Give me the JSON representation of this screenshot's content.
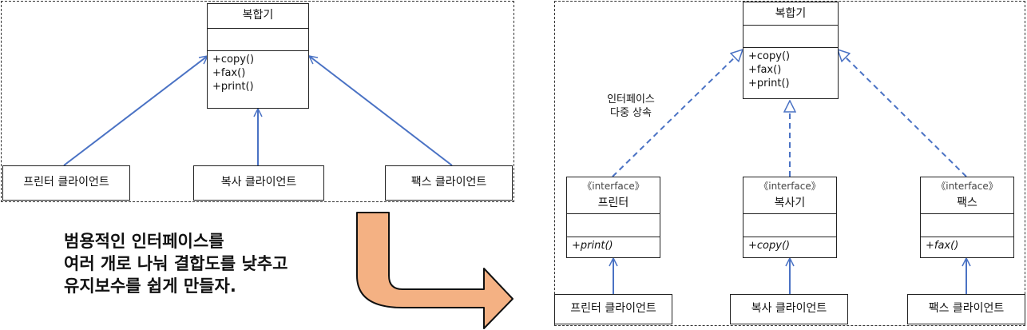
{
  "left": {
    "main_class": {
      "name": "복합기",
      "operations": [
        "+copy()",
        "+fax()",
        "+print()"
      ]
    },
    "clients": [
      "프린터 클라이언트",
      "복사 클라이언트",
      "팩스 클라이언트"
    ]
  },
  "right": {
    "main_class": {
      "name": "복합기",
      "operations": [
        "+copy()",
        "+fax()",
        "+print()"
      ]
    },
    "interfaces": [
      {
        "stereotype": "《interface》",
        "name": "프린터",
        "operation": "+print()"
      },
      {
        "stereotype": "《interface》",
        "name": "복사기",
        "operation": "+copy()"
      },
      {
        "stereotype": "《interface》",
        "name": "팩스",
        "operation": "+fax()"
      }
    ],
    "clients": [
      "프린터 클라이언트",
      "복사 클라이언트",
      "팩스 클라이언트"
    ],
    "note": [
      "인터페이스",
      "다중 상속"
    ]
  },
  "caption": [
    "범용적인 인터페이스를",
    "여러 개로 나눠 결합도를 낮추고",
    "유지보수를 쉽게 만들자."
  ],
  "colors": {
    "association_line": "#4a72c4",
    "arrow_fill": "#f4b183",
    "arrow_stroke": "#111111"
  }
}
